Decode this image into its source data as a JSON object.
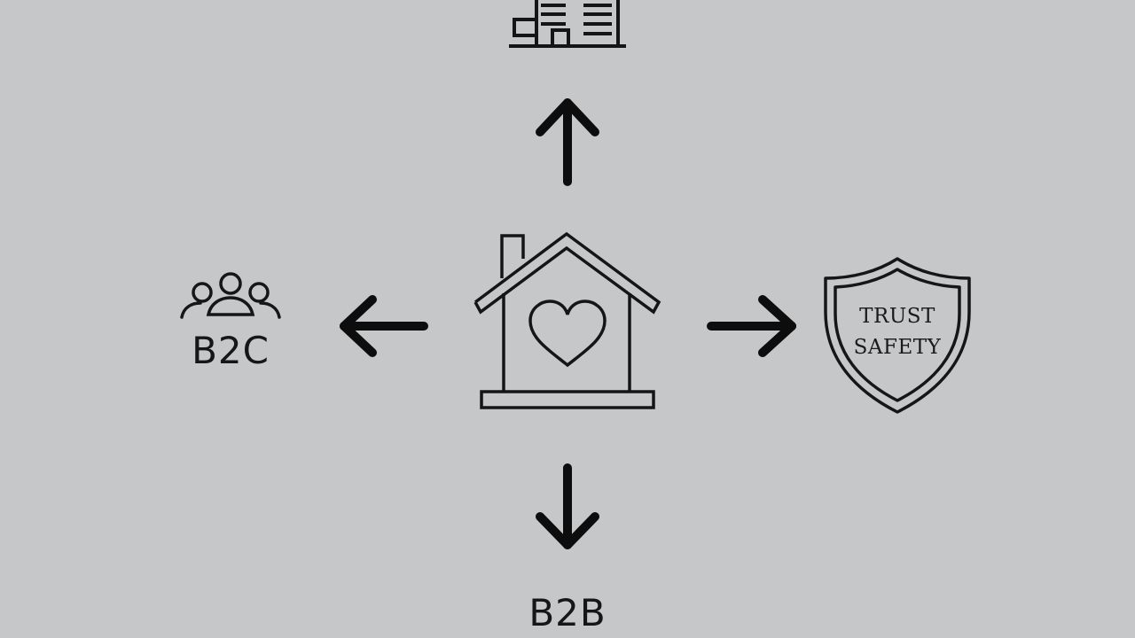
{
  "nodes": {
    "center": {
      "icon": "house-heart-icon"
    },
    "top": {
      "icon": "office-building-icon"
    },
    "left": {
      "icon": "people-group-icon",
      "label": "B2C"
    },
    "bottom": {
      "label": "B2B"
    },
    "right": {
      "icon": "shield-icon",
      "line1": "TRUST",
      "line2": "SAFETY"
    }
  },
  "arrows": [
    {
      "name": "arrow-up-icon",
      "direction": "up"
    },
    {
      "name": "arrow-down-icon",
      "direction": "down"
    },
    {
      "name": "arrow-left-icon",
      "direction": "left"
    },
    {
      "name": "arrow-right-icon",
      "direction": "right"
    }
  ],
  "colors": {
    "background": "#c5c7c9",
    "ink": "#111111"
  }
}
